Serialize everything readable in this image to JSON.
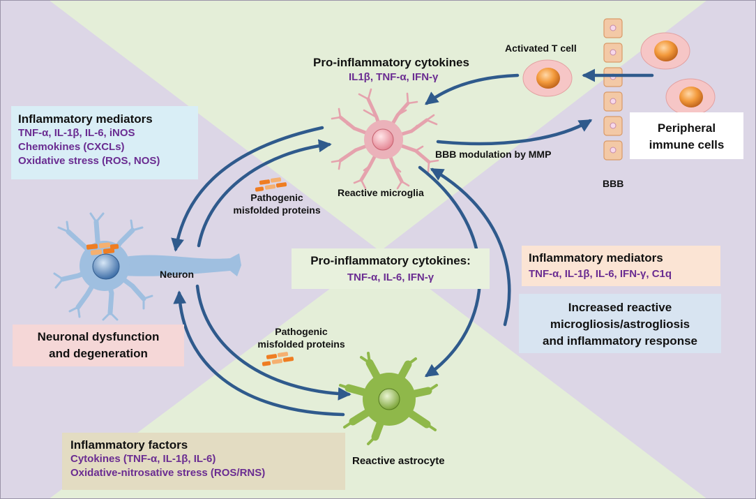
{
  "cells": {
    "microglia_label": "Reactive microglia",
    "neuron_label": "Neuron",
    "astrocyte_label": "Reactive astrocyte",
    "t_cell_label": "Activated T cell",
    "bbb_label": "BBB",
    "peripheral": {
      "line1": "Peripheral",
      "line2": "immune cells"
    }
  },
  "top_cytokines": {
    "title": "Pro-inflammatory cytokines",
    "items": "IL1β, TNF-α, IFN-γ"
  },
  "bbb_modulation": "BBB modulation by MMP",
  "mediators_left": {
    "title": "Inflammatory mediators",
    "lines": [
      "TNF-α, IL-1β, IL-6, iNOS",
      "Chemokines (CXCLs)",
      "Oxidative stress (ROS, NOS)"
    ]
  },
  "misfolded_top": {
    "line1": "Pathogenic",
    "line2": "misfolded proteins"
  },
  "misfolded_bottom": {
    "line1": "Pathogenic",
    "line2": "misfolded proteins"
  },
  "center_cytokines": {
    "title": "Pro-inflammatory cytokines:",
    "items": "TNF-α, IL-6, IFN-γ"
  },
  "mediators_right": {
    "title": "Inflammatory mediators",
    "items": "TNF-α, IL-1β, IL-6, IFN-γ, C1q"
  },
  "gliosis": {
    "lines": [
      "Increased reactive",
      "microgliosis/astrogliosis",
      "and inflammatory response"
    ]
  },
  "neuronal": {
    "lines": [
      "Neuronal dysfunction",
      "and degeneration"
    ]
  },
  "factors": {
    "title": "Inflammatory factors",
    "lines": [
      "Cytokines (TNF-α, IL-1β, IL-6)",
      "Oxidative-nitrosative stress (ROS/RNS)"
    ]
  },
  "colors": {
    "background": "#dcd6e6",
    "green_wedge": "#e4eed8",
    "arrow": "#2f5a8c",
    "purple_text": "#6a2c91",
    "microglia": "#e8aeb6",
    "neuron": "#9fbfe0",
    "astrocyte": "#8fb84a",
    "bbb": "#f3c9a6"
  }
}
